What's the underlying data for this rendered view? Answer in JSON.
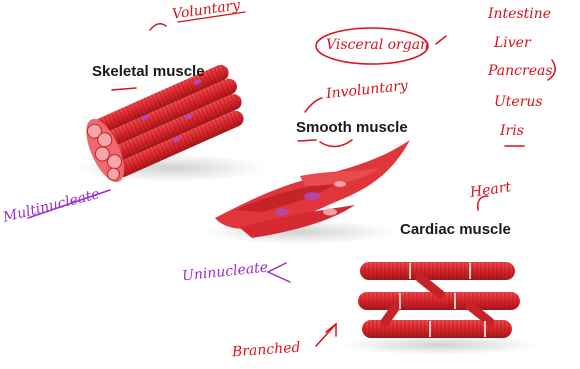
{
  "labels": {
    "skeletal": "Skeletal muscle",
    "smooth": "Smooth muscle",
    "cardiac": "Cardiac muscle"
  },
  "annotations": {
    "voluntary": "Voluntary",
    "involuntary": "Involuntary",
    "visceral_organ": "Visceral organ",
    "intestine": "Intestine",
    "liver": "Liver",
    "pancreas": "Pancreas",
    "uterus": "Uterus",
    "iris": "Iris",
    "multinucleate": "Multinucleate",
    "uninucleate": "Uninucleate",
    "heart": "Heart",
    "branched": "Branched"
  },
  "colors": {
    "muscle_red": "#d9262b",
    "muscle_dark": "#a3161a",
    "muscle_pink": "#f4a3a6",
    "nucleus": "#b04ac0",
    "ink_red": "#d8121a",
    "ink_purple": "#9b2fc9",
    "text": "#1a1a1a"
  }
}
